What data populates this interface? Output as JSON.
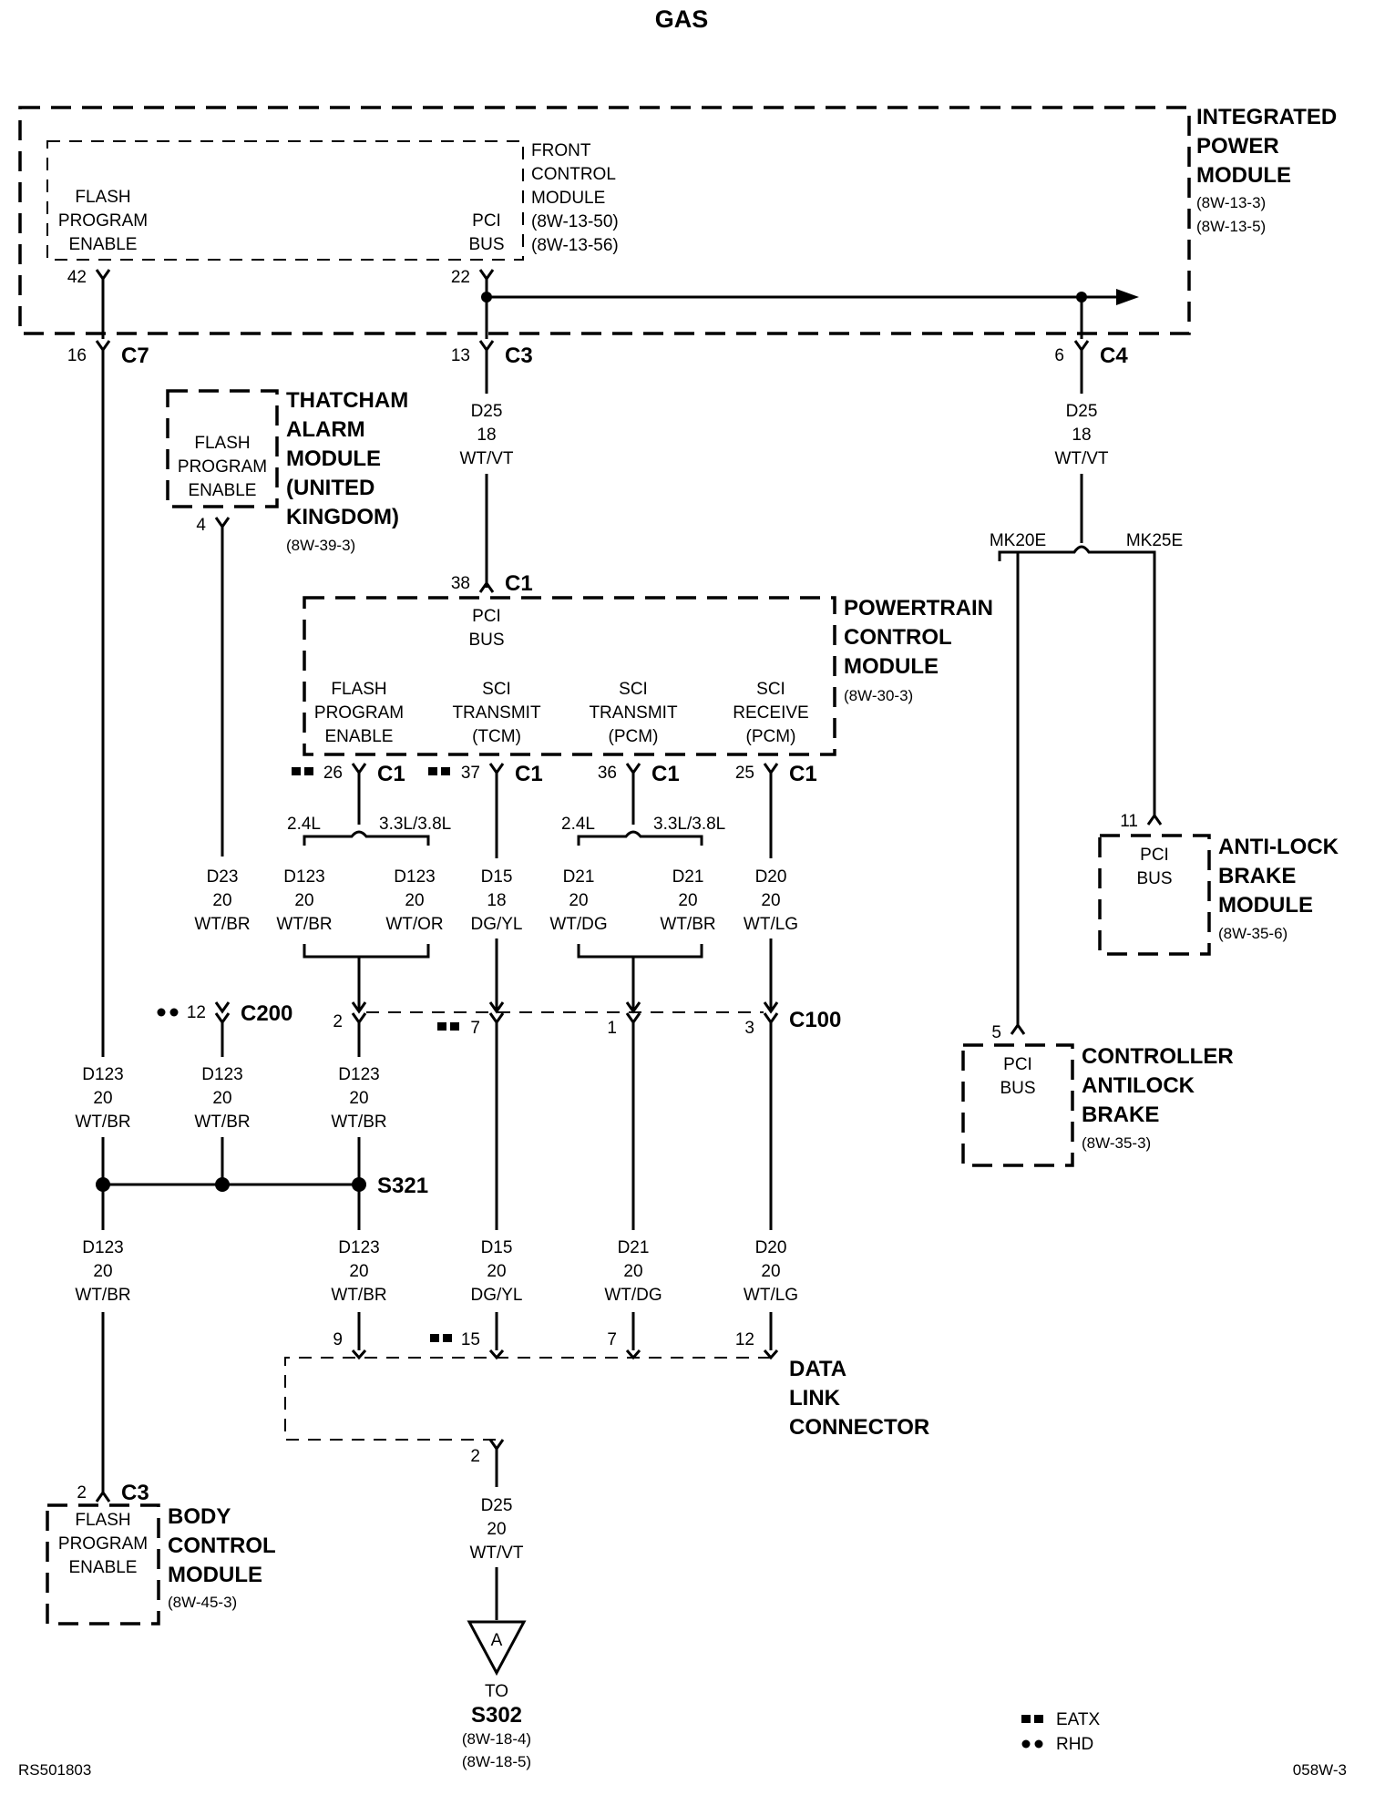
{
  "title": "GAS",
  "figure_id": "RS501803",
  "page_ref": "058W-3",
  "legend": {
    "eatx_label": "EATX",
    "rhd_label": "RHD"
  },
  "ipm": {
    "name_lines": [
      "INTEGRATED",
      "POWER",
      "MODULE"
    ],
    "refs": [
      "(8W-13-3)",
      "(8W-13-5)"
    ]
  },
  "fcm": {
    "name_lines": [
      "FRONT",
      "CONTROL",
      "MODULE"
    ],
    "refs": [
      "(8W-13-50)",
      "(8W-13-56)"
    ],
    "pin1": [
      "FLASH",
      "PROGRAM",
      "ENABLE"
    ],
    "pin2": [
      "PCI",
      "BUS"
    ],
    "pin1_num": "42",
    "pin2_num": "22"
  },
  "c7": {
    "name": "C7",
    "pin": "16"
  },
  "c3_ipm": {
    "name": "C3",
    "pin": "13"
  },
  "c4": {
    "name": "C4",
    "pin": "6"
  },
  "thatcham": {
    "name_lines": [
      "THATCHAM",
      "ALARM",
      "MODULE",
      "(UNITED",
      "KINGDOM)"
    ],
    "ref": "(8W-39-3)",
    "pin": [
      "FLASH",
      "PROGRAM",
      "ENABLE"
    ],
    "pin_num": "4"
  },
  "w_d25_top": [
    "D25",
    "18",
    "WT/VT"
  ],
  "w_d25_right": [
    "D25",
    "18",
    "WT/VT"
  ],
  "pcm_c1": {
    "name": "C1",
    "pin": "38"
  },
  "pcm": {
    "name_lines": [
      "POWERTRAIN",
      "CONTROL",
      "MODULE"
    ],
    "ref": "(8W-30-3)",
    "pci": [
      "PCI",
      "BUS"
    ],
    "pins": [
      {
        "label": [
          "FLASH",
          "PROGRAM",
          "ENABLE"
        ],
        "num": "26",
        "conn": "C1"
      },
      {
        "label": [
          "SCI",
          "TRANSMIT",
          "(TCM)"
        ],
        "num": "37",
        "conn": "C1"
      },
      {
        "label": [
          "SCI",
          "TRANSMIT",
          "(PCM)"
        ],
        "num": "36",
        "conn": "C1"
      },
      {
        "label": [
          "SCI",
          "RECEIVE",
          "(PCM)"
        ],
        "num": "25",
        "conn": "C1"
      }
    ]
  },
  "variant_24": "2.4L",
  "variant_33": "3.3L/3.8L",
  "mk20": "MK20E",
  "mk25": "MK25E",
  "w_d123_a": [
    "D123",
    "20",
    "WT/BR"
  ],
  "w_d123_b": [
    "D123",
    "20",
    "WT/OR"
  ],
  "w_d23": [
    "D23",
    "20",
    "WT/BR"
  ],
  "w_d15": [
    "D15",
    "18",
    "DG/YL"
  ],
  "w_d21_a": [
    "D21",
    "20",
    "WT/DG"
  ],
  "w_d21_b": [
    "D21",
    "20",
    "WT/BR"
  ],
  "w_d20": [
    "D20",
    "20",
    "WT/LG"
  ],
  "abs": {
    "name_lines": [
      "ANTI-LOCK",
      "BRAKE",
      "MODULE"
    ],
    "ref": "(8W-35-6)",
    "pin": [
      "PCI",
      "BUS"
    ],
    "pin_num": "11"
  },
  "cab": {
    "name_lines": [
      "CONTROLLER",
      "ANTILOCK",
      "BRAKE"
    ],
    "ref": "(8W-35-3)",
    "pin": [
      "PCI",
      "BUS"
    ],
    "pin_num": "5"
  },
  "c200": {
    "name": "C200",
    "pin": "12"
  },
  "c100": {
    "name": "C100",
    "pins": [
      "2",
      "7",
      "1",
      "3"
    ]
  },
  "w_d123_c1": [
    "D123",
    "20",
    "WT/BR"
  ],
  "w_d123_c2": [
    "D123",
    "20",
    "WT/BR"
  ],
  "w_d123_c3": [
    "D123",
    "20",
    "WT/BR"
  ],
  "s321": "S321",
  "w_d123_d1": [
    "D123",
    "20",
    "WT/BR"
  ],
  "w_d123_d2": [
    "D123",
    "20",
    "WT/BR"
  ],
  "w_d15_b": [
    "D15",
    "20",
    "DG/YL"
  ],
  "w_d21_c": [
    "D21",
    "20",
    "WT/DG"
  ],
  "w_d20_b": [
    "D20",
    "20",
    "WT/LG"
  ],
  "dlc": {
    "name_lines": [
      "DATA",
      "LINK",
      "CONNECTOR"
    ],
    "pins": [
      "9",
      "15",
      "7",
      "12"
    ],
    "out_pin": "2"
  },
  "w_d25_bottom": [
    "D25",
    "20",
    "WT/VT"
  ],
  "splice": {
    "letter": "A",
    "to": "TO",
    "name": "S302",
    "refs": [
      "(8W-18-4)",
      "(8W-18-5)"
    ]
  },
  "bcm": {
    "name_lines": [
      "BODY",
      "CONTROL",
      "MODULE"
    ],
    "ref": "(8W-45-3)",
    "pin": [
      "FLASH",
      "PROGRAM",
      "ENABLE"
    ],
    "pin_num": "2",
    "conn": "C3"
  }
}
